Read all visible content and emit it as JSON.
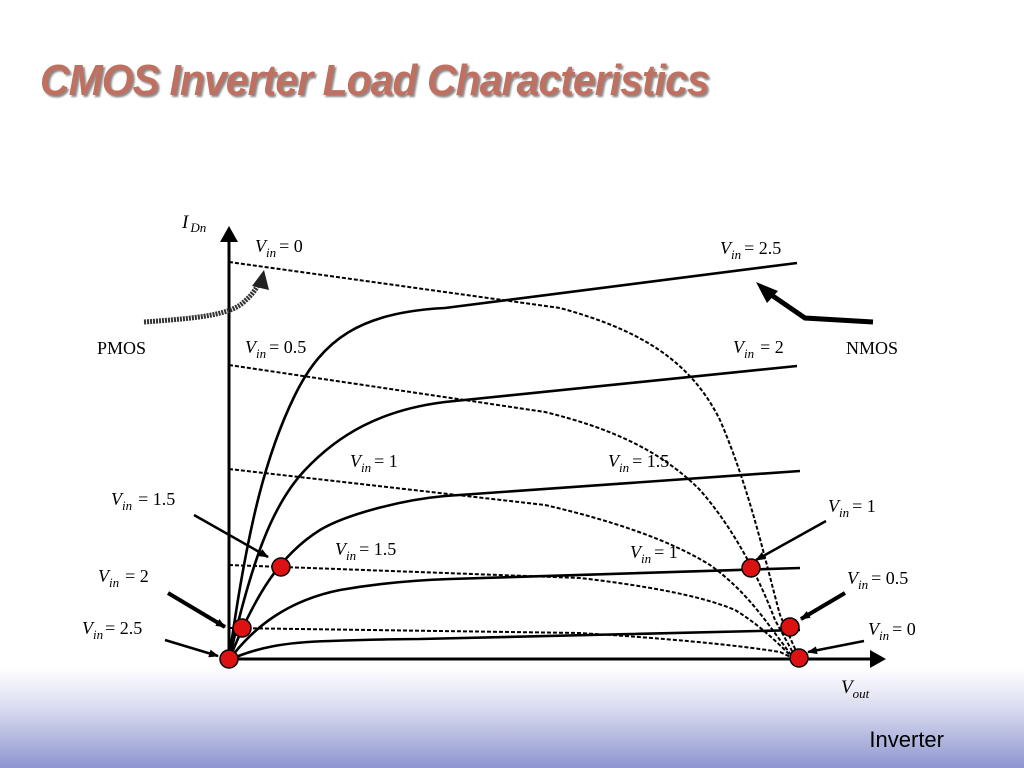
{
  "slide": {
    "title": "CMOS Inverter Load Characteristics",
    "footer": "Inverter"
  },
  "axes": {
    "y_symbol": "I",
    "y_subscript": "Dn",
    "x_symbol": "V",
    "x_subscript": "out"
  },
  "labels": {
    "var": "V",
    "sub": "in",
    "pmos": "PMOS",
    "nmos": "NMOS",
    "eq_pmos_0": "= 0",
    "eq_pmos_05": "= 0.5",
    "eq_pmos_1": "= 1",
    "eq_pmos_15": "= 1.5",
    "eq_nmos_25": "= 2.5",
    "eq_nmos_2": "= 2",
    "eq_nmos_15": "= 1.5",
    "eq_nmos_1": "= 1",
    "eq_left_15": "= 1.5",
    "eq_left_2": "= 2",
    "eq_left_25": "= 2.5",
    "eq_right_1": "= 1",
    "eq_right_05": "= 0.5",
    "eq_right_0": "= 0"
  },
  "colors": {
    "title": "#c07060",
    "operating_point": "#dd1111",
    "curves": "#000000"
  }
}
